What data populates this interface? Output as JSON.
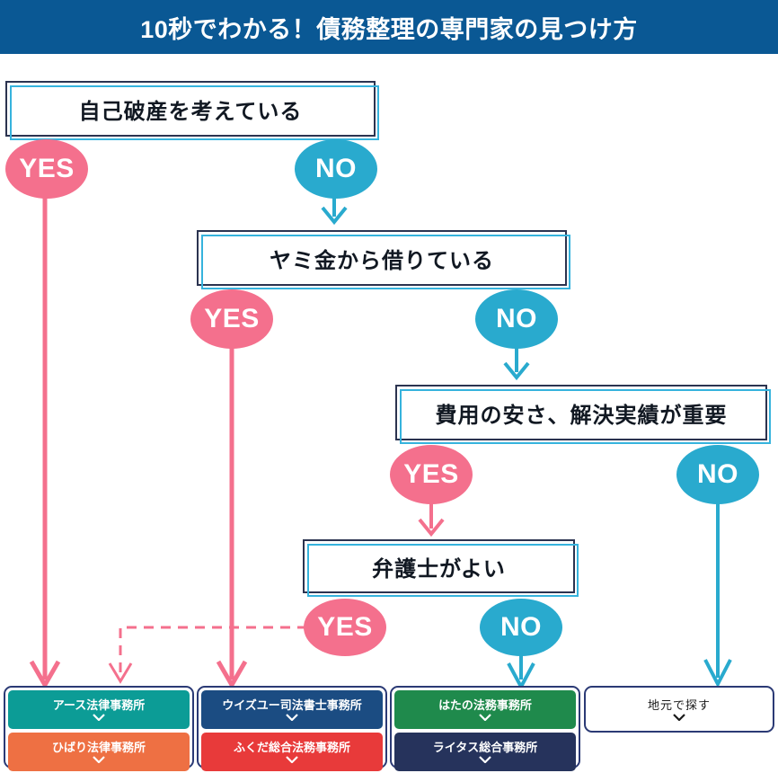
{
  "header": {
    "title": "10秒でわかる！債務整理の専門家の見つけ方",
    "bg_color": "#0a5894",
    "text_color": "#ffffff"
  },
  "colors": {
    "yes_badge": "#f4708d",
    "no_badge": "#29aace",
    "box_border": "#2b3350",
    "box_accent": "#36b3dd",
    "result_border": "#2b3a75"
  },
  "decisions": [
    {
      "id": "q1",
      "text": "自己破産を考えている"
    },
    {
      "id": "q2",
      "text": "ヤミ金から借りている"
    },
    {
      "id": "q3",
      "text": "費用の安さ、解決実績が重要"
    },
    {
      "id": "q4",
      "text": "弁護士がよい"
    }
  ],
  "badges": [
    {
      "id": "q1-yes",
      "label": "YES",
      "kind": "yes"
    },
    {
      "id": "q1-no",
      "label": "NO",
      "kind": "no"
    },
    {
      "id": "q2-yes",
      "label": "YES",
      "kind": "yes"
    },
    {
      "id": "q2-no",
      "label": "NO",
      "kind": "no"
    },
    {
      "id": "q3-yes",
      "label": "YES",
      "kind": "yes"
    },
    {
      "id": "q3-no",
      "label": "NO",
      "kind": "no"
    },
    {
      "id": "q4-yes",
      "label": "YES",
      "kind": "yes"
    },
    {
      "id": "q4-no",
      "label": "NO",
      "kind": "no"
    }
  ],
  "results": {
    "columns": [
      {
        "id": "col-1",
        "buttons": [
          {
            "label": "アース法律事務所",
            "bg": "#0c9c96",
            "fg": "#ffffff",
            "chevron": "chevron-down-icon"
          },
          {
            "label": "ひばり法律事務所",
            "bg": "#ee7043",
            "fg": "#ffffff",
            "chevron": "chevron-down-icon"
          }
        ]
      },
      {
        "id": "col-2",
        "buttons": [
          {
            "label": "ウイズユー司法書士事務所",
            "bg": "#1b4c82",
            "fg": "#ffffff",
            "chevron": "chevron-down-icon"
          },
          {
            "label": "ふくだ総合法務事務所",
            "bg": "#e83a3a",
            "fg": "#ffffff",
            "chevron": "chevron-down-icon"
          }
        ]
      },
      {
        "id": "col-3",
        "buttons": [
          {
            "label": "はたの法務事務所",
            "bg": "#1f8a4c",
            "fg": "#ffffff",
            "chevron": "chevron-down-icon"
          },
          {
            "label": "ライタス総合事務所",
            "bg": "#26335c",
            "fg": "#ffffff",
            "chevron": "chevron-down-icon"
          }
        ]
      },
      {
        "id": "col-4",
        "buttons": [
          {
            "label": "地元で探す",
            "bg": "#ffffff",
            "fg": "#1a1a1a",
            "chevron": "chevron-down-icon"
          }
        ]
      }
    ]
  }
}
